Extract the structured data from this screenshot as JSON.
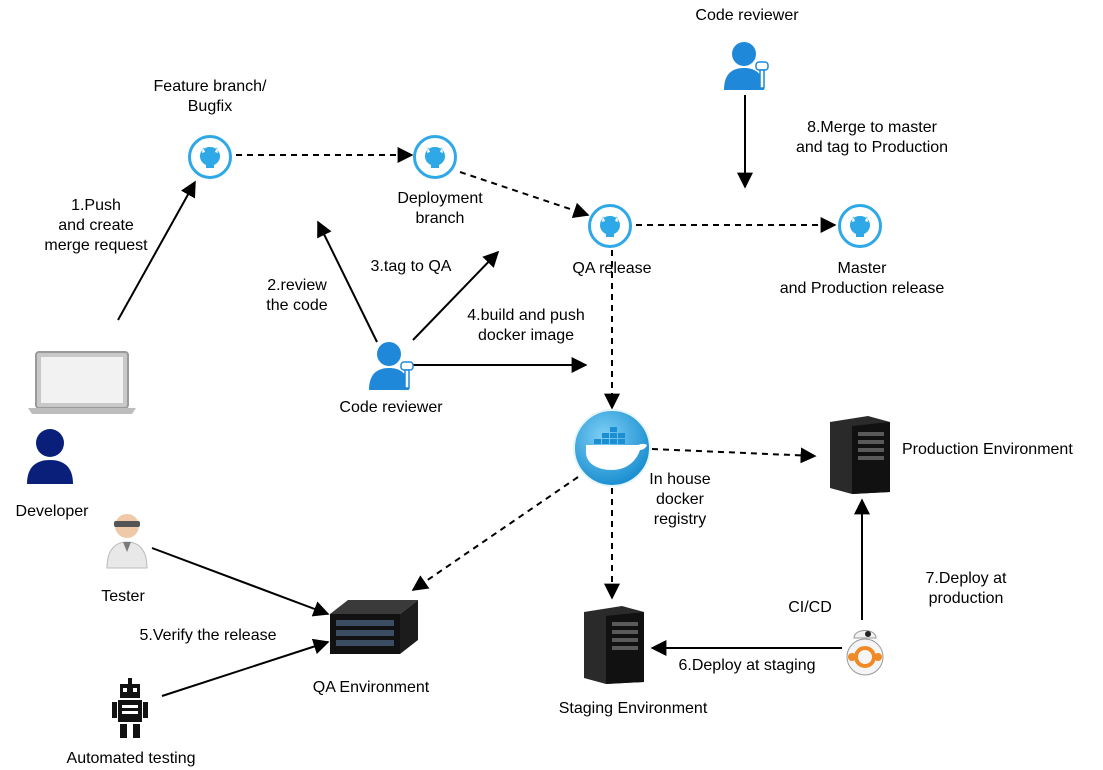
{
  "nodes": {
    "code_reviewer_top": "Code reviewer",
    "feature_branch": "Feature branch/\nBugfix",
    "deployment_branch": "Deployment\nbranch",
    "qa_release": "QA release",
    "master": "Master\nand Production release",
    "developer": "Developer",
    "code_reviewer_mid": "Code reviewer",
    "docker_registry": "In house\ndocker\nregistry",
    "production_env": "Production Environment",
    "tester": "Tester",
    "qa_env": "QA Environment",
    "automated_testing": "Automated testing",
    "staging_env": "Staging Environment",
    "cicd": "CI/CD"
  },
  "edges": {
    "push": "1.Push\nand create\nmerge request",
    "review": "2.review\nthe code",
    "tag_qa": "3.tag to QA",
    "build_push": "4.build and push\ndocker image",
    "verify": "5.Verify the release",
    "deploy_staging": "6.Deploy at staging",
    "deploy_production": "7.Deploy at production",
    "merge_master": "8.Merge to master\nand tag to Production"
  },
  "colors": {
    "github_blue": "#2ea8e6",
    "person_dark": "#0a1f7a",
    "person_light": "#1f88d8",
    "server": "#1b1b1b",
    "edge": "#000000"
  }
}
